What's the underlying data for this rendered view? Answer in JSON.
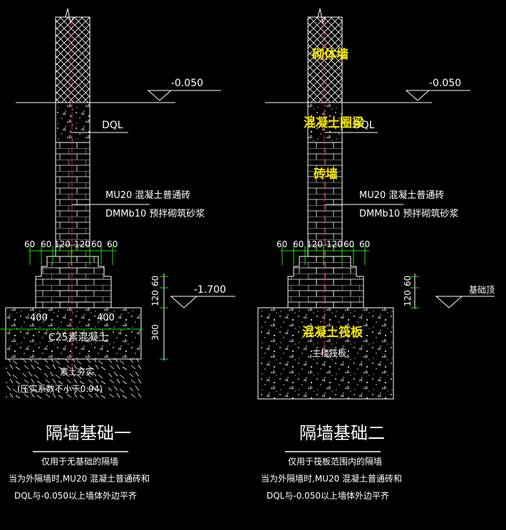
{
  "left": {
    "title": "隔墙基础一",
    "note1": "仅用于无基础的隔墙",
    "note2": "当为外隔墙时,MU20 混凝土普通砖和",
    "note3": "DQL与-0.050以上墙体外边平齐",
    "elev_top": "-0.050",
    "elev_bottom": "-1.700",
    "dql": "DQL",
    "brick1": "MU20 混凝土普通砖",
    "brick2": "DMMb10 预拌砌筑砂浆",
    "dims": [
      "60",
      "60",
      "120",
      "120",
      "60",
      "60"
    ],
    "dim_side_a": "120",
    "dim_side_b": "60",
    "dim_side_c": "300",
    "dim_400_l": "400",
    "dim_400_r": "400",
    "concrete": "C25素混凝土",
    "soil1": "素土夯实",
    "soil2": "(压实系数不小于0.94)"
  },
  "right": {
    "title": "隔墙基础二",
    "note1": "仅用于筏板范围内的隔墙",
    "note2": "当为外隔墙时,MU20 混凝土普通砖和",
    "note3": "DQL与-0.050以上墙体外边平齐",
    "elev_top": "-0.050",
    "elev_bottom": "基础顶",
    "dql": "DQL",
    "brick1": "MU20 混凝土普通砖",
    "brick2": "DMMb10 预拌砌筑砂浆",
    "dims": [
      "60",
      "60",
      "120",
      "120",
      "60",
      "60"
    ],
    "dim_side_a": "120",
    "dim_side_b": "60",
    "raft": "主楼筏板",
    "yl_wall": "砌体墙",
    "yl_beam": "混凝土圈梁",
    "yl_brick": "砖墙",
    "yl_raft": "混凝土筏板"
  }
}
